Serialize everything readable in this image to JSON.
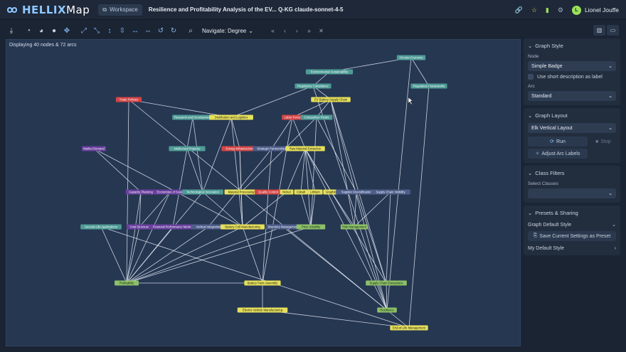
{
  "app": {
    "logo_prefix": "HELLIX",
    "logo_suffix": "Map",
    "workspace_label": "Workspace",
    "document_title": "Resilience and Profitability Analysis of the EV... Q-KG claude-sonnet-4-5"
  },
  "user": {
    "name": "Lionel Jouffe",
    "initial": "L"
  },
  "toolbar": {
    "navigate_label": "Navigate: Degree"
  },
  "canvas": {
    "display_count": "Displaying 40 nodes & 72 arcs"
  },
  "panel": {
    "graph_style": {
      "title": "Graph Style",
      "node_label": "Node",
      "node_value": "Simple Badge",
      "short_desc_label": "Use short description as label",
      "arc_label": "Arc",
      "arc_value": "Standard"
    },
    "graph_layout": {
      "title": "Graph Layout",
      "layout_value": "Elk Vertical Layout",
      "run_label": "Run",
      "stop_label": "Stop",
      "adjust_label": "Adjust Arc Labels"
    },
    "class_filters": {
      "title": "Class Filters",
      "select_label": "Select Classes"
    },
    "presets": {
      "title": "Presets & Sharing",
      "default_style": "Graph Default Style",
      "save_label": "Save Current Settings as Preset",
      "my_style": "My Default Style"
    }
  },
  "colors": {
    "teal": "#4e9c96",
    "yellow": "#e6e05a",
    "red": "#d64545",
    "purple": "#6a3f9e",
    "green": "#8cc068",
    "slate": "#4e5e8a",
    "edge": "#e6ecf5"
  },
  "graph": {
    "nodes": [
      {
        "id": "circ",
        "label": "Circular Economy",
        "color": "teal"
      },
      {
        "id": "envsus",
        "label": "Environmental Sustainability",
        "color": "teal"
      },
      {
        "id": "regcomp",
        "label": "Regulatory Compliance",
        "color": "teal"
      },
      {
        "id": "regfw",
        "label": "Regulatory Frameworks",
        "color": "teal"
      },
      {
        "id": "evsupply",
        "label": "EV Battery Supply Chain",
        "color": "yellow"
      },
      {
        "id": "trade",
        "label": "Trade Policies",
        "color": "red"
      },
      {
        "id": "rnd",
        "label": "Research and Development",
        "color": "teal"
      },
      {
        "id": "dist",
        "label": "Distribution and Logistics",
        "color": "yellow"
      },
      {
        "id": "labor",
        "label": "Labor Force",
        "color": "red"
      },
      {
        "id": "compet",
        "label": "Competitive Rivals",
        "color": "teal"
      },
      {
        "id": "market",
        "label": "Market Demand",
        "color": "purple"
      },
      {
        "id": "ip",
        "label": "Intellectual Property",
        "color": "teal"
      },
      {
        "id": "energy",
        "label": "Energy Infrastructure",
        "color": "red"
      },
      {
        "id": "strat",
        "label": "Strategic Partnerships",
        "color": "slate"
      },
      {
        "id": "rawmat",
        "label": "Raw Material Extraction",
        "color": "yellow"
      },
      {
        "id": "capacity",
        "label": "Capacity Planning",
        "color": "purple"
      },
      {
        "id": "econ",
        "label": "Economies of Scale",
        "color": "purple"
      },
      {
        "id": "tech",
        "label": "Technological Innovation",
        "color": "teal"
      },
      {
        "id": "matproc",
        "label": "Material Processing",
        "color": "yellow"
      },
      {
        "id": "quality",
        "label": "Quality Control",
        "color": "red"
      },
      {
        "id": "nickel",
        "label": "Nickel",
        "color": "yellow"
      },
      {
        "id": "cobalt",
        "label": "Cobalt",
        "color": "yellow"
      },
      {
        "id": "lithium",
        "label": "Lithium",
        "color": "yellow"
      },
      {
        "id": "graphite",
        "label": "Graphite",
        "color": "yellow"
      },
      {
        "id": "supdiv",
        "label": "Supplier Diversification",
        "color": "slate"
      },
      {
        "id": "supvis",
        "label": "Supply Chain Visibility",
        "color": "slate"
      },
      {
        "id": "seclife",
        "label": "Second-Life Applications",
        "color": "teal"
      },
      {
        "id": "cost",
        "label": "Cost Structure",
        "color": "purple"
      },
      {
        "id": "finperf",
        "label": "Financial Performance Metrics",
        "color": "purple"
      },
      {
        "id": "vertint",
        "label": "Vertical Integration",
        "color": "slate"
      },
      {
        "id": "cellmfg",
        "label": "Battery Cell Manufacturing",
        "color": "yellow"
      },
      {
        "id": "inventory",
        "label": "Inventory Management",
        "color": "slate"
      },
      {
        "id": "pricevol",
        "label": "Price Volatility",
        "color": "green"
      },
      {
        "id": "riskmgmt",
        "label": "Risk Management",
        "color": "green"
      },
      {
        "id": "profit",
        "label": "Profitability",
        "color": "green"
      },
      {
        "id": "packasm",
        "label": "Battery Pack Assembly",
        "color": "yellow"
      },
      {
        "id": "scdisrupt",
        "label": "Supply Chain Disruptions",
        "color": "green"
      },
      {
        "id": "resilience",
        "label": "Resilience",
        "color": "green"
      },
      {
        "id": "vehmfg",
        "label": "Electric Vehicle Manufacturing",
        "color": "yellow"
      },
      {
        "id": "eol",
        "label": "End-of-Life Management",
        "color": "yellow"
      }
    ],
    "edges": [
      [
        "envsus",
        "circ"
      ],
      [
        "circ",
        "regfw"
      ],
      [
        "circ",
        "resilience"
      ],
      [
        "regfw",
        "eol"
      ],
      [
        "envsus",
        "regcomp"
      ],
      [
        "regcomp",
        "evsupply"
      ],
      [
        "regcomp",
        "dist"
      ],
      [
        "evsupply",
        "labor"
      ],
      [
        "evsupply",
        "compet"
      ],
      [
        "evsupply",
        "scdisrupt"
      ],
      [
        "evsupply",
        "resilience"
      ],
      [
        "evsupply",
        "riskmgmt"
      ],
      [
        "trade",
        "dist"
      ],
      [
        "trade",
        "profit"
      ],
      [
        "trade",
        "resilience"
      ],
      [
        "rnd",
        "ip"
      ],
      [
        "rnd",
        "tech"
      ],
      [
        "dist",
        "rnd"
      ],
      [
        "dist",
        "energy"
      ],
      [
        "dist",
        "tech"
      ],
      [
        "dist",
        "cellmfg"
      ],
      [
        "labor",
        "rawmat"
      ],
      [
        "labor",
        "strat"
      ],
      [
        "compet",
        "pricevol"
      ],
      [
        "compet",
        "supdiv"
      ],
      [
        "compet",
        "matproc"
      ],
      [
        "market",
        "capacity"
      ],
      [
        "market",
        "cellmfg"
      ],
      [
        "ip",
        "tech"
      ],
      [
        "ip",
        "finperf"
      ],
      [
        "energy",
        "matproc"
      ],
      [
        "energy",
        "cellmfg"
      ],
      [
        "strat",
        "vertint"
      ],
      [
        "strat",
        "quality"
      ],
      [
        "rawmat",
        "nickel"
      ],
      [
        "rawmat",
        "cobalt"
      ],
      [
        "rawmat",
        "lithium"
      ],
      [
        "rawmat",
        "graphite"
      ],
      [
        "rawmat",
        "pricevol"
      ],
      [
        "rawmat",
        "scdisrupt"
      ],
      [
        "rawmat",
        "resilience"
      ],
      [
        "capacity",
        "cost"
      ],
      [
        "capacity",
        "profit"
      ],
      [
        "econ",
        "cost"
      ],
      [
        "econ",
        "profit"
      ],
      [
        "tech",
        "cellmfg"
      ],
      [
        "tech",
        "profit"
      ],
      [
        "matproc",
        "cellmfg"
      ],
      [
        "quality",
        "packasm"
      ],
      [
        "nickel",
        "cellmfg"
      ],
      [
        "cobalt",
        "pricevol"
      ],
      [
        "lithium",
        "pricevol"
      ],
      [
        "graphite",
        "riskmgmt"
      ],
      [
        "supdiv",
        "riskmgmt"
      ],
      [
        "supdiv",
        "scdisrupt"
      ],
      [
        "supvis",
        "scdisrupt"
      ],
      [
        "supvis",
        "riskmgmt"
      ],
      [
        "seclife",
        "profit"
      ],
      [
        "seclife",
        "eol"
      ],
      [
        "cost",
        "profit"
      ],
      [
        "finperf",
        "profit"
      ],
      [
        "vertint",
        "profit"
      ],
      [
        "vertint",
        "cost"
      ],
      [
        "cellmfg",
        "packasm"
      ],
      [
        "cellmfg",
        "profit"
      ],
      [
        "inventory",
        "profit"
      ],
      [
        "inventory",
        "resilience"
      ],
      [
        "pricevol",
        "profit"
      ],
      [
        "riskmgmt",
        "resilience"
      ],
      [
        "profit",
        "packasm"
      ],
      [
        "packasm",
        "vehmfg"
      ],
      [
        "vehmfg",
        "eol"
      ],
      [
        "scdisrupt",
        "resilience"
      ],
      [
        "resilience",
        "eol"
      ],
      [
        "regcomp",
        "resilience"
      ],
      [
        "labor",
        "packasm"
      ]
    ]
  }
}
